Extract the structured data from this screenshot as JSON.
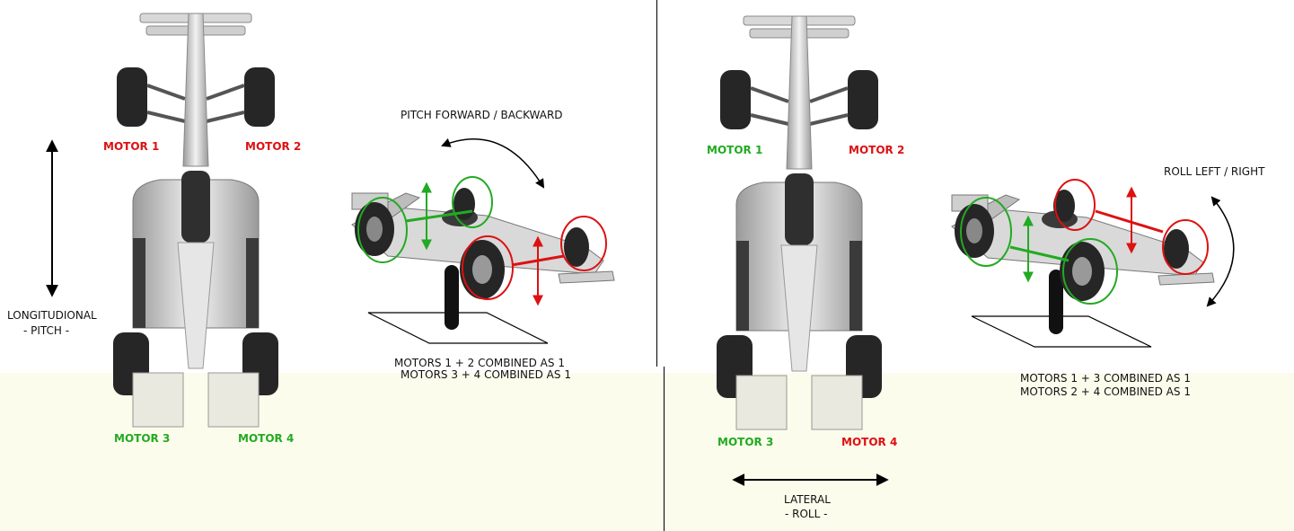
{
  "colors": {
    "motor_green": "#22aa22",
    "motor_red": "#dd1111",
    "band_bg": "#fcfcec",
    "car_body": "#c9c9c9",
    "car_dark": "#333333"
  },
  "left_panel": {
    "motor1": "MOTOR 1",
    "motor2": "MOTOR 2",
    "motor3": "MOTOR 3",
    "motor4": "MOTOR 4",
    "axis_label_line1": "LONGITUDIONAL",
    "axis_label_line2": "- PITCH -",
    "motion_label": "PITCH FORWARD / BACKWARD",
    "combined_line1": "MOTORS 1 + 2 COMBINED AS 1",
    "combined_line2": "MOTORS 3 + 4 COMBINED AS 1",
    "motor_colors": {
      "motor1": "red",
      "motor2": "red",
      "motor3": "green",
      "motor4": "green"
    }
  },
  "right_panel": {
    "motor1": "MOTOR 1",
    "motor2": "MOTOR 2",
    "motor3": "MOTOR 3",
    "motor4": "MOTOR 4",
    "axis_label_line1": "LATERAL",
    "axis_label_line2": "- ROLL -",
    "motion_label": "ROLL LEFT / RIGHT",
    "combined_line1": "MOTORS 1 + 3 COMBINED AS 1",
    "combined_line2": "MOTORS 2 + 4 COMBINED AS 1",
    "motor_colors": {
      "motor1": "green",
      "motor2": "red",
      "motor3": "green",
      "motor4": "red"
    }
  }
}
